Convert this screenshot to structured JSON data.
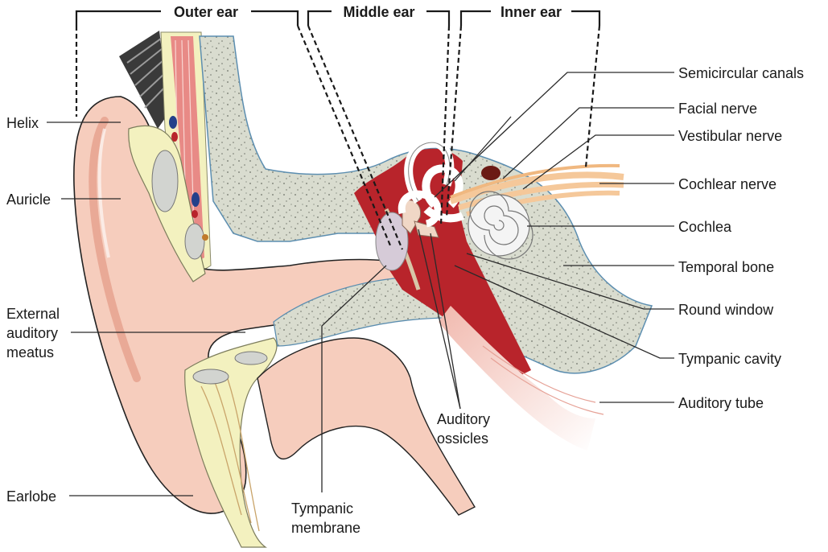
{
  "sections": {
    "outer": "Outer ear",
    "middle": "Middle ear",
    "inner": "Inner ear"
  },
  "labels": {
    "helix": "Helix",
    "auricle": "Auricle",
    "external_line1": "External",
    "external_line2": "auditory",
    "external_line3": "meatus",
    "earlobe": "Earlobe",
    "tympanic_membrane_line1": "Tympanic",
    "tympanic_membrane_line2": "membrane",
    "auditory_ossicles_line1": "Auditory",
    "auditory_ossicles_line2": "ossicles",
    "semicircular_canals": "Semicircular canals",
    "facial_nerve": "Facial nerve",
    "vestibular_nerve": "Vestibular nerve",
    "cochlear_nerve": "Cochlear nerve",
    "cochlea": "Cochlea",
    "temporal_bone": "Temporal bone",
    "round_window": "Round window",
    "tympanic_cavity": "Tympanic cavity",
    "auditory_tube": "Auditory tube"
  },
  "colors": {
    "skin": "#f6cdbd",
    "skin_dark": "#e9a996",
    "bone": "#d9dccf",
    "cartilage": "#f3f1bf",
    "red_tissue": "#b8242b",
    "muscle": "#e88a86",
    "nerve": "#f5c89a",
    "cochlea": "#f4f4f4"
  }
}
